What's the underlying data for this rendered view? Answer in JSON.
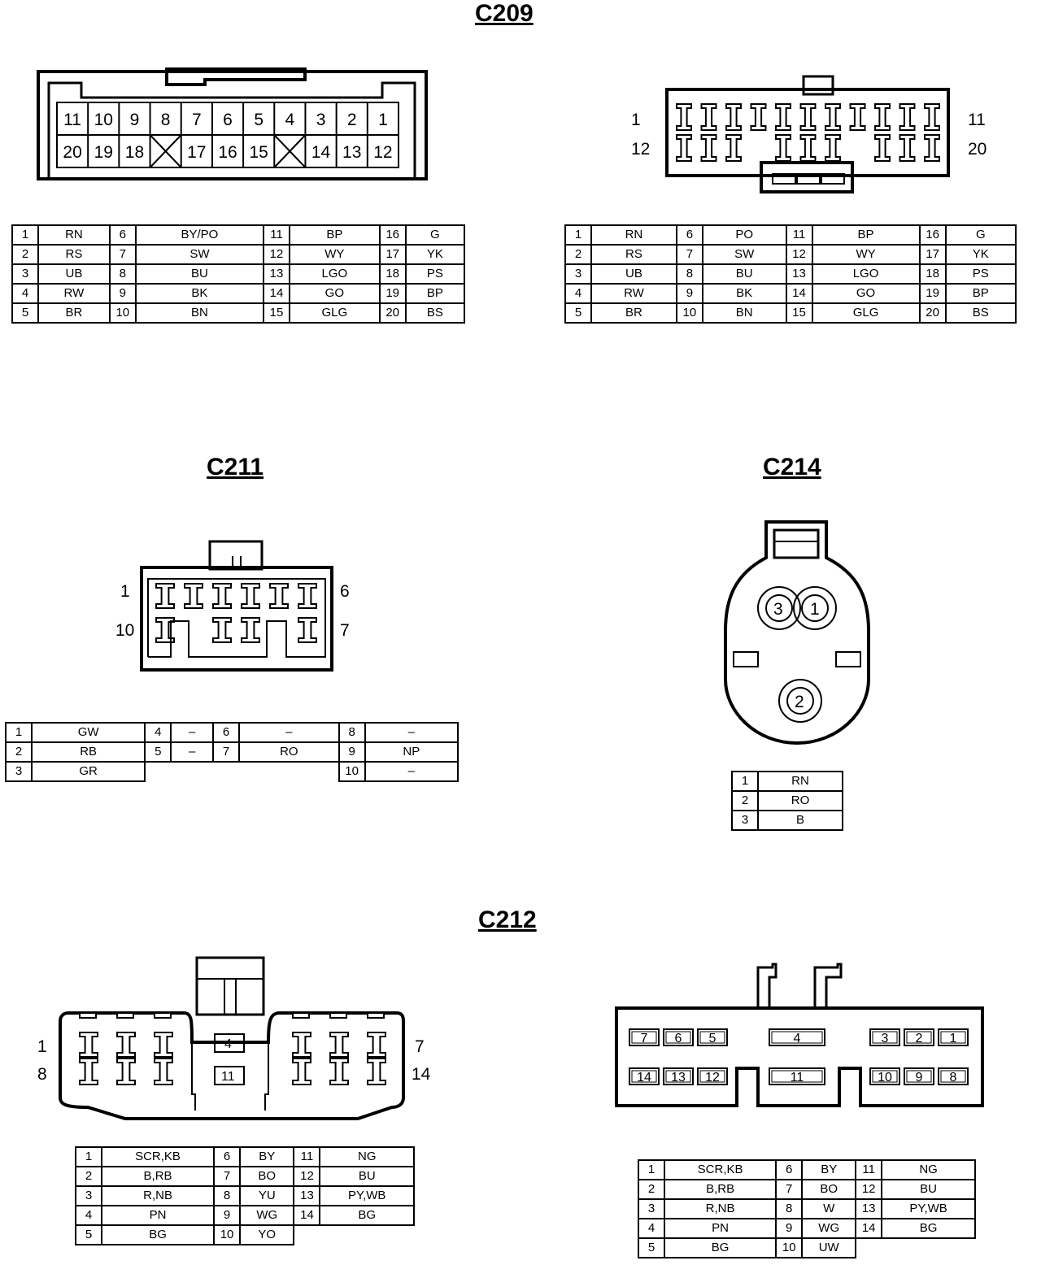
{
  "titles": {
    "c209": "C209",
    "c211": "C211",
    "c214": "C214",
    "c212": "C212"
  },
  "c209": {
    "left_face": {
      "top_row": [
        "11",
        "10",
        "9",
        "8",
        "7",
        "6",
        "5",
        "4",
        "3",
        "2",
        "1"
      ],
      "bottom_row": [
        "20",
        "19",
        "18",
        "17",
        "16",
        "15",
        "14",
        "13",
        "12"
      ]
    },
    "right_face": {
      "label_1": "1",
      "label_12": "12",
      "label_11": "11",
      "label_20": "20"
    },
    "left_table": [
      [
        "1",
        "RN",
        "6",
        "BY/PO",
        "11",
        "BP",
        "16",
        "G"
      ],
      [
        "2",
        "RS",
        "7",
        "SW",
        "12",
        "WY",
        "17",
        "YK"
      ],
      [
        "3",
        "UB",
        "8",
        "BU",
        "13",
        "LGO",
        "18",
        "PS"
      ],
      [
        "4",
        "RW",
        "9",
        "BK",
        "14",
        "GO",
        "19",
        "BP"
      ],
      [
        "5",
        "BR",
        "10",
        "BN",
        "15",
        "GLG",
        "20",
        "BS"
      ]
    ],
    "right_table": [
      [
        "1",
        "RN",
        "6",
        "PO",
        "11",
        "BP",
        "16",
        "G"
      ],
      [
        "2",
        "RS",
        "7",
        "SW",
        "12",
        "WY",
        "17",
        "YK"
      ],
      [
        "3",
        "UB",
        "8",
        "BU",
        "13",
        "LGO",
        "18",
        "PS"
      ],
      [
        "4",
        "RW",
        "9",
        "BK",
        "14",
        "GO",
        "19",
        "BP"
      ],
      [
        "5",
        "BR",
        "10",
        "BN",
        "15",
        "GLG",
        "20",
        "BS"
      ]
    ]
  },
  "c211": {
    "face": {
      "label_1": "1",
      "label_10": "10",
      "label_6": "6",
      "label_7": "7"
    },
    "table": [
      [
        "1",
        "GW",
        "4",
        "–",
        "6",
        "–",
        "8",
        "–"
      ],
      [
        "2",
        "RB",
        "5",
        "–",
        "7",
        "RO",
        "9",
        "NP"
      ],
      [
        "3",
        "GR",
        "",
        "",
        "",
        "",
        "10",
        "–"
      ]
    ]
  },
  "c214": {
    "face": {
      "pin_3": "3",
      "pin_1": "1",
      "pin_2": "2"
    },
    "table": [
      [
        "1",
        "RN"
      ],
      [
        "2",
        "RO"
      ],
      [
        "3",
        "B"
      ]
    ]
  },
  "c212": {
    "left_face": {
      "label_1": "1",
      "label_8": "8",
      "label_7": "7",
      "label_14": "14",
      "pin_4": "4",
      "pin_11": "11"
    },
    "right_face": {
      "top_left": [
        "7",
        "6",
        "5"
      ],
      "top_mid": "4",
      "top_right": [
        "3",
        "2",
        "1"
      ],
      "bottom_left": [
        "14",
        "13",
        "12"
      ],
      "bottom_mid": "11",
      "bottom_right": [
        "10",
        "9",
        "8"
      ]
    },
    "left_table": [
      [
        "1",
        "SCR,KB",
        "6",
        "BY",
        "11",
        "NG"
      ],
      [
        "2",
        "B,RB",
        "7",
        "BO",
        "12",
        "BU"
      ],
      [
        "3",
        "R,NB",
        "8",
        "YU",
        "13",
        "PY,WB"
      ],
      [
        "4",
        "PN",
        "9",
        "WG",
        "14",
        "BG"
      ],
      [
        "5",
        "BG",
        "10",
        "YO",
        "",
        ""
      ]
    ],
    "right_table": [
      [
        "1",
        "SCR,KB",
        "6",
        "BY",
        "11",
        "NG"
      ],
      [
        "2",
        "B,RB",
        "7",
        "BO",
        "12",
        "BU"
      ],
      [
        "3",
        "R,NB",
        "8",
        "W",
        "13",
        "PY,WB"
      ],
      [
        "4",
        "PN",
        "9",
        "WG",
        "14",
        "BG"
      ],
      [
        "5",
        "BG",
        "10",
        "UW",
        "",
        ""
      ]
    ]
  }
}
